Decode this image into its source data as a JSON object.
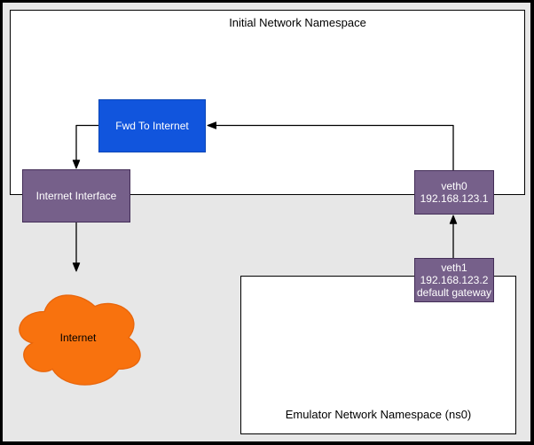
{
  "diagram": {
    "background_color": "#e7e7e7",
    "connector_color": "#000000",
    "containers": {
      "initial_ns": {
        "title": "Initial Network Namespace",
        "fill": "#ffffff",
        "stroke": "#000000"
      },
      "emulator_ns": {
        "title": "Emulator Network Namespace (ns0)",
        "fill": "#ffffff",
        "stroke": "#000000"
      }
    },
    "nodes": {
      "fwd_to_internet": {
        "label": "Fwd To Internet",
        "fill": "#1155dd",
        "stroke": "#0b46b6",
        "text_color": "#ffffff"
      },
      "internet_interface": {
        "label": "Internet Interface",
        "fill": "#76608a",
        "stroke": "#432d57",
        "text_color": "#ffffff"
      },
      "veth0": {
        "line1": "veth0",
        "line2": "192.168.123.1",
        "fill": "#76608a",
        "stroke": "#432d57",
        "text_color": "#ffffff"
      },
      "veth1": {
        "line1": "veth1",
        "line2": "192.168.123.2",
        "line3": "default gateway",
        "fill": "#76608a",
        "stroke": "#432d57",
        "text_color": "#ffffff"
      },
      "internet_cloud": {
        "label": "Internet",
        "fill": "#f8720e",
        "stroke": "#e8650b",
        "text_color": "#000000"
      }
    }
  }
}
